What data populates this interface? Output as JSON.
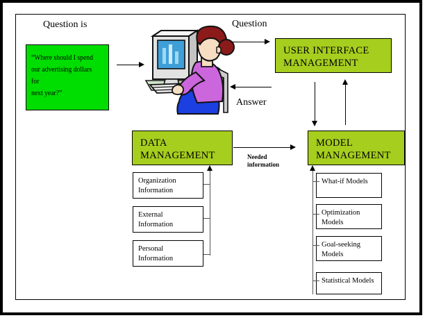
{
  "diagram": {
    "title_alt": "Decision Support System architecture diagram",
    "colors": {
      "question_box_green": "#00dd00",
      "management_box_green": "#a6ce1e",
      "sub_box_white": "#ffffff",
      "line_black": "#000000",
      "person_hair": "#8b1a1a",
      "person_shirt": "#cc66dd",
      "person_pants": "#1b3fe0",
      "chair_green": "#7ab87a",
      "monitor_gray": "#d8d8d8",
      "monitor_screen_blue": "#3f9fd8"
    },
    "labels": {
      "question_is": "Question is",
      "question": "Question",
      "answer": "Answer",
      "needed_information_line1": "Needed",
      "needed_information_line2": "information"
    },
    "question_box": {
      "line1": "“Where should I spend",
      "line2": "our advertising dollars for",
      "line3": "next year?”"
    },
    "user_interface_management": {
      "line1": "USER INTERFACE",
      "line2": "MANAGEMENT"
    },
    "data_management": {
      "line1": "DATA",
      "line2": "MANAGEMENT"
    },
    "model_management": {
      "line1": "MODEL",
      "line2": "MANAGEMENT"
    },
    "data_sources": [
      {
        "line1": "Organization",
        "line2": "Information"
      },
      {
        "line1": "External",
        "line2": "Information"
      },
      {
        "line1": "Personal",
        "line2": "Information"
      }
    ],
    "model_types": [
      {
        "line1": "What-if Models",
        "line2": ""
      },
      {
        "line1": "Optimization",
        "line2": "Models"
      },
      {
        "line1": "Goal-seeking",
        "line2": "Models"
      },
      {
        "line1": "Statistical Models",
        "line2": ""
      }
    ],
    "icons": {
      "person_computer": "person-at-computer-clipart",
      "bar_chart_on_screen": "bar-chart-icon"
    }
  }
}
